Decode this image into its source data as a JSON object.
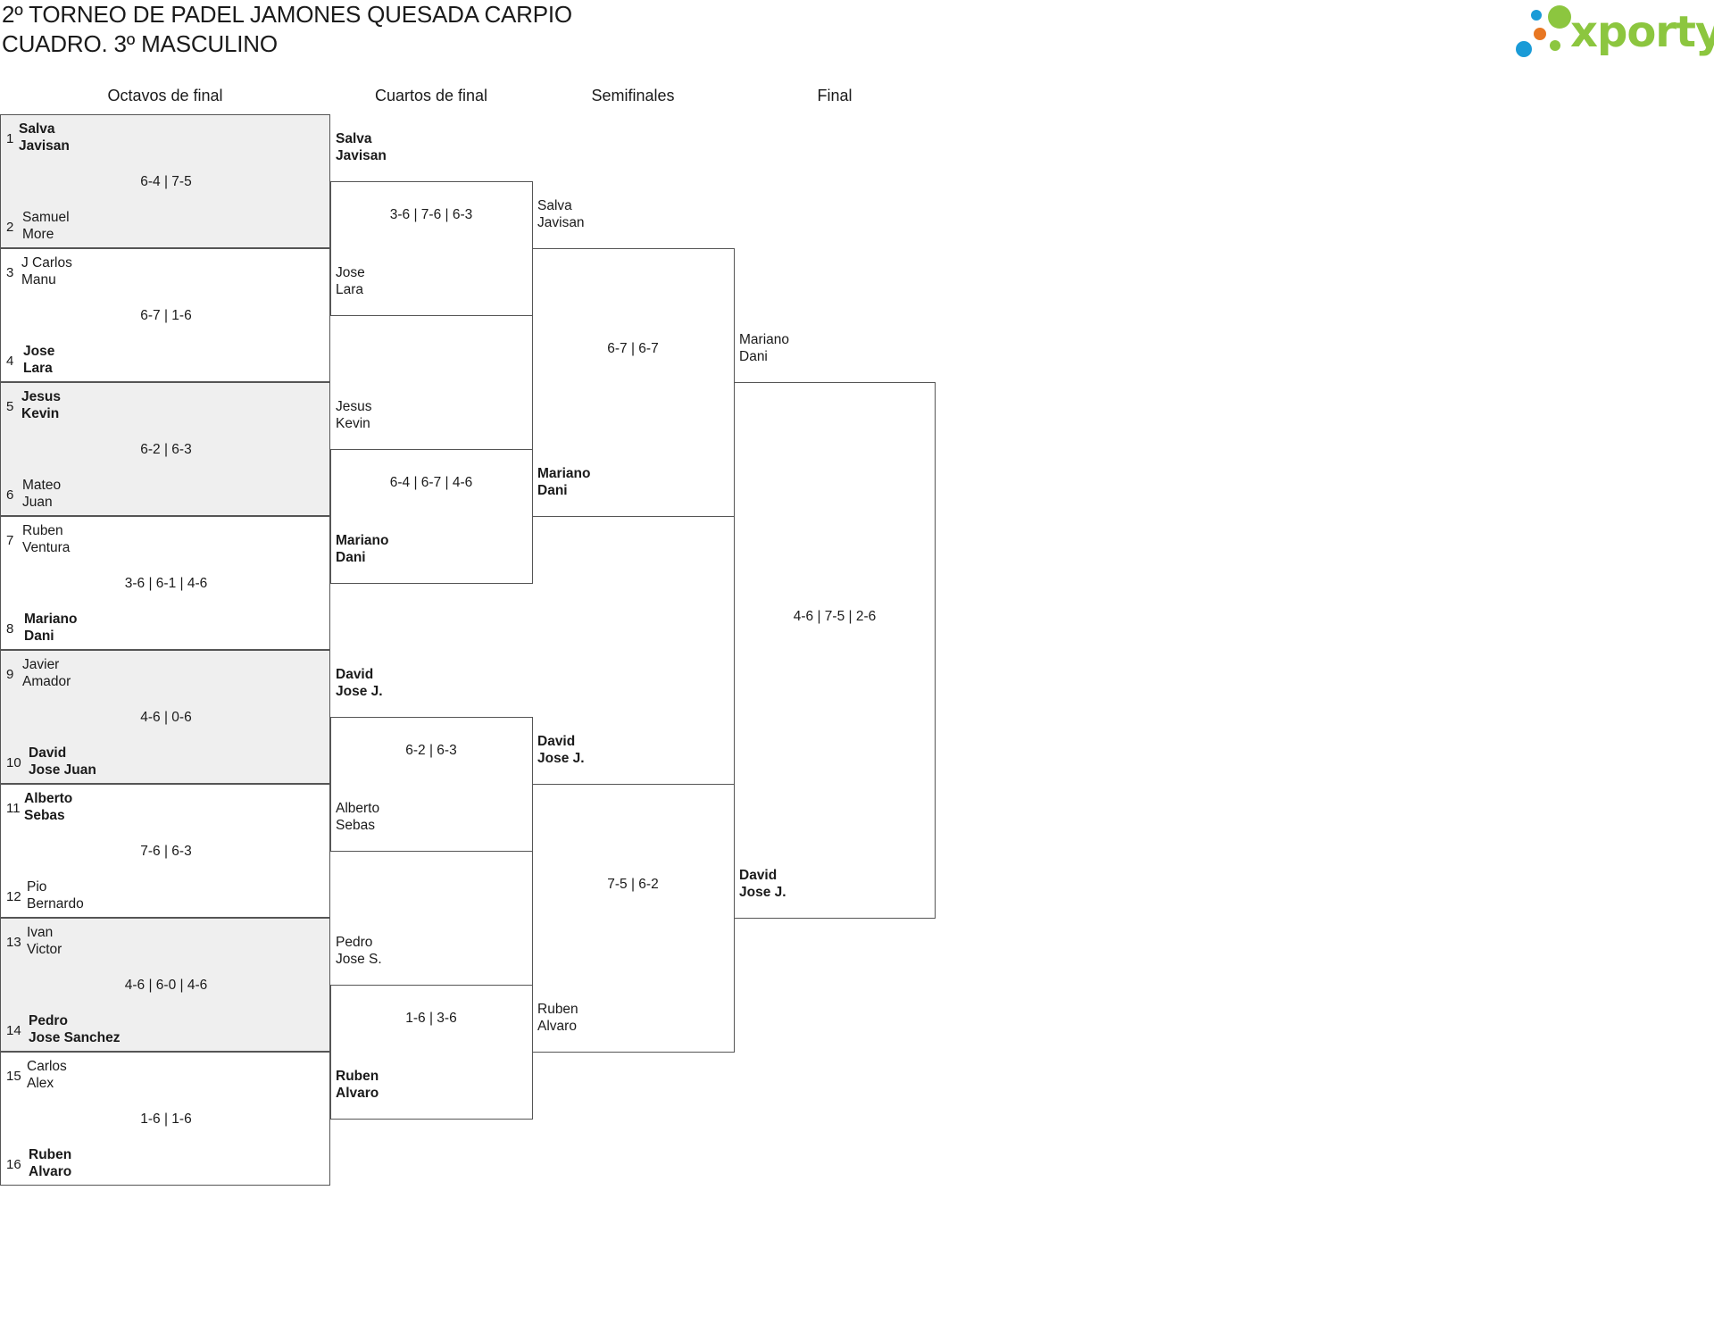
{
  "header": {
    "title_line1": "2º TORNEO DE PADEL JAMONES QUESADA CARPIO",
    "title_line2": "CUADRO. 3º MASCULINO",
    "logo_text": "xporty",
    "logo_colors": [
      "#8cc63f",
      "#e87722",
      "#1a9bd7",
      "#8cc63f"
    ]
  },
  "rounds": [
    "Octavos de final",
    "Cuartos de final",
    "Semifinales",
    "Final"
  ],
  "octavos": [
    {
      "score": "6-4 | 7-5",
      "top": {
        "seed": "1",
        "p1": "Salva",
        "p2": "Javisan"
      },
      "bottom": {
        "seed": "2",
        "p1": "Samuel",
        "p2": "More"
      }
    },
    {
      "score": "6-7 | 1-6",
      "top": {
        "seed": "3",
        "p1": "J Carlos",
        "p2": "Manu"
      },
      "bottom": {
        "seed": "4",
        "p1": "Jose",
        "p2": "Lara"
      }
    },
    {
      "score": "6-2 | 6-3",
      "top": {
        "seed": "5",
        "p1": "Jesus",
        "p2": "Kevin"
      },
      "bottom": {
        "seed": "6",
        "p1": "Mateo",
        "p2": "Juan"
      }
    },
    {
      "score": "3-6 | 6-1 | 4-6",
      "top": {
        "seed": "7",
        "p1": "Ruben",
        "p2": "Ventura"
      },
      "bottom": {
        "seed": "8",
        "p1": "Mariano",
        "p2": "Dani"
      }
    },
    {
      "score": "4-6 | 0-6",
      "top": {
        "seed": "9",
        "p1": "Javier",
        "p2": "Amador"
      },
      "bottom": {
        "seed": "10",
        "p1": "David",
        "p2": "Jose Juan"
      }
    },
    {
      "score": "7-6 | 6-3",
      "top": {
        "seed": "11",
        "p1": "Alberto",
        "p2": "Sebas"
      },
      "bottom": {
        "seed": "12",
        "p1": "Pio",
        "p2": "Bernardo"
      }
    },
    {
      "score": "4-6 | 6-0 | 4-6",
      "top": {
        "seed": "13",
        "p1": "Ivan",
        "p2": "Victor"
      },
      "bottom": {
        "seed": "14",
        "p1": "Pedro",
        "p2": "Jose Sanchez"
      }
    },
    {
      "score": "1-6 | 1-6",
      "top": {
        "seed": "15",
        "p1": "Carlos",
        "p2": "Alex"
      },
      "bottom": {
        "seed": "16",
        "p1": "Ruben",
        "p2": "Alvaro"
      }
    }
  ],
  "cuartos": [
    {
      "score": "3-6 | 7-6 | 6-3",
      "top": {
        "p1": "Salva",
        "p2": "Javisan"
      },
      "bottom": {
        "p1": "Jose",
        "p2": "Lara"
      }
    },
    {
      "score": "6-4 | 6-7 | 4-6",
      "top": {
        "p1": "Jesus",
        "p2": "Kevin"
      },
      "bottom": {
        "p1": "Mariano",
        "p2": "Dani"
      }
    },
    {
      "score": "6-2 | 6-3",
      "top": {
        "p1": "David",
        "p2": "Jose J."
      },
      "bottom": {
        "p1": "Alberto",
        "p2": "Sebas"
      }
    },
    {
      "score": "1-6 | 3-6",
      "top": {
        "p1": "Pedro",
        "p2": "Jose S."
      },
      "bottom": {
        "p1": "Ruben",
        "p2": "Alvaro"
      }
    }
  ],
  "semis": [
    {
      "score": "6-7 | 6-7",
      "top": {
        "p1": "Salva",
        "p2": "Javisan"
      },
      "bottom": {
        "p1": "Mariano",
        "p2": "Dani"
      }
    },
    {
      "score": "7-5 | 6-2",
      "top": {
        "p1": "David",
        "p2": "Jose J."
      },
      "bottom": {
        "p1": "Ruben",
        "p2": "Alvaro"
      }
    }
  ],
  "final": {
    "score": "4-6 | 7-5 | 2-6",
    "top": {
      "p1": "Mariano",
      "p2": "Dani"
    },
    "bottom": {
      "p1": "David",
      "p2": "Jose J."
    }
  }
}
